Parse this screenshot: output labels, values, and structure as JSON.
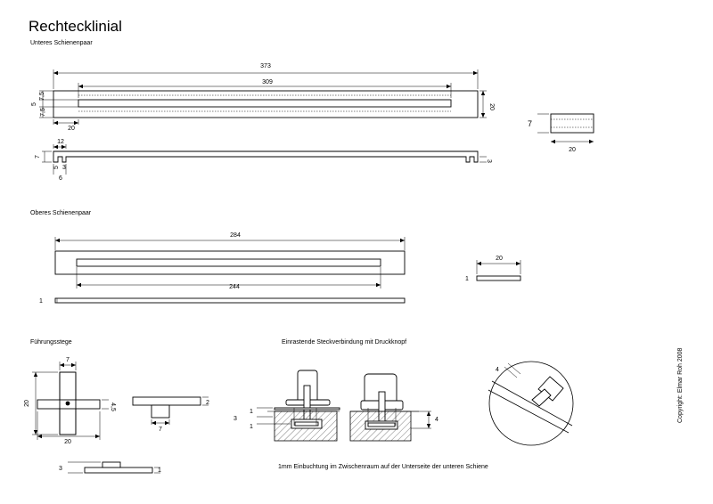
{
  "title": "Rechtecklinial",
  "sections": {
    "lower_rail": "Unteres Schienenpaar",
    "upper_rail": "Oberes Schienenpaar",
    "guides": "Führungsstege",
    "connection": "Einrastende Steckverbindung mit Druckknopf"
  },
  "note": "1mm Einbuchtung im Zwischenraum auf der Unterseite der unteren Schiene",
  "copyright": "Copyright:  Elmar Roh 2008",
  "dims": {
    "d373": "373",
    "d309": "309",
    "d7_5a": "7,5",
    "d5": "5",
    "d7_5b": "7,5",
    "d20_side": "20",
    "d20_bottom": "20",
    "d12": "12",
    "d7_profile": "7",
    "d5_profile": "5",
    "d3_profile": "3",
    "d6": "6",
    "d3_end": "3",
    "d7_block": "7",
    "d20_block": "20",
    "d284": "284",
    "d244": "244",
    "d1_rail": "1",
    "d20_plate": "20",
    "d1_plate": "1",
    "d7_guide": "7",
    "d20_guide_h": "20",
    "d20_guide_w": "20",
    "d4_5": "4,5",
    "d2_side": "2",
    "d7_side": "7",
    "d3_bottom": "3",
    "d1_bottom": "1",
    "d1_top": "1",
    "d3_conn": "3",
    "d1_conn": "1",
    "d4_conn": "4",
    "d4_detail": "4"
  }
}
